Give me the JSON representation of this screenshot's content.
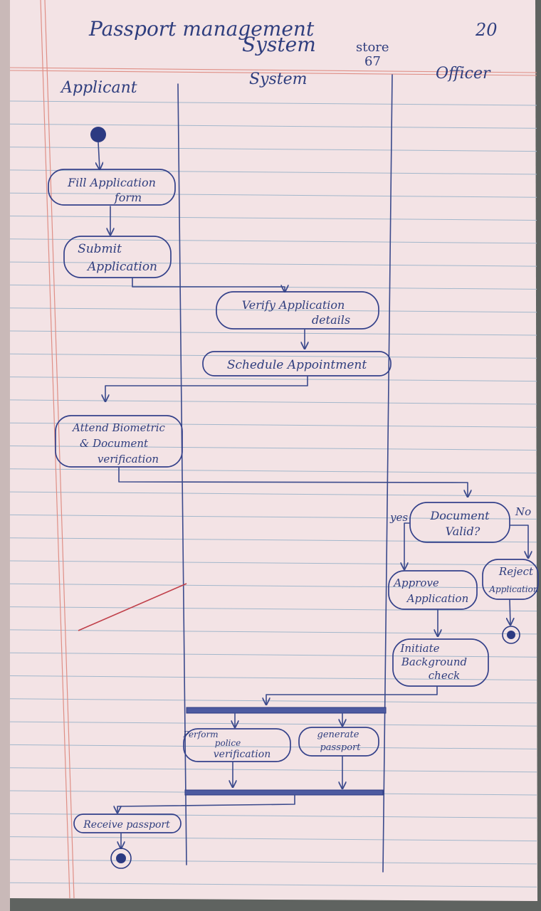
{
  "header": {
    "title_line1": "Passport management",
    "title_line2": "System",
    "page_number": "20",
    "store_label": "store",
    "store_number": "67"
  },
  "lanes": {
    "applicant": "Applicant",
    "system": "System",
    "officer": "Officer"
  },
  "nodes": {
    "fill_form": [
      "Fill Application",
      "form"
    ],
    "submit": [
      "Submit",
      "Application"
    ],
    "verify": [
      "Verify Application",
      "details"
    ],
    "schedule": [
      "Schedule Appointment"
    ],
    "attend": [
      "Attend Biometric",
      "& Document",
      "verification"
    ],
    "decision": [
      "Document",
      "Valid?"
    ],
    "approve": [
      "Approve",
      "Application"
    ],
    "reject": [
      "Reject",
      "Application"
    ],
    "background": [
      "Initiate",
      "Background",
      "check"
    ],
    "police": [
      "Perform",
      "police",
      "verification"
    ],
    "generate": [
      "generate",
      "passport"
    ],
    "receive": [
      "Receive passport"
    ]
  },
  "branches": {
    "yes": "yes",
    "no": "No"
  },
  "colors": {
    "paper": "#f3e3e5",
    "rule_line": "#a2b7cb",
    "margin_line": "#df8f86",
    "ink": "#34418a",
    "red_stroke": "#c0404a"
  }
}
